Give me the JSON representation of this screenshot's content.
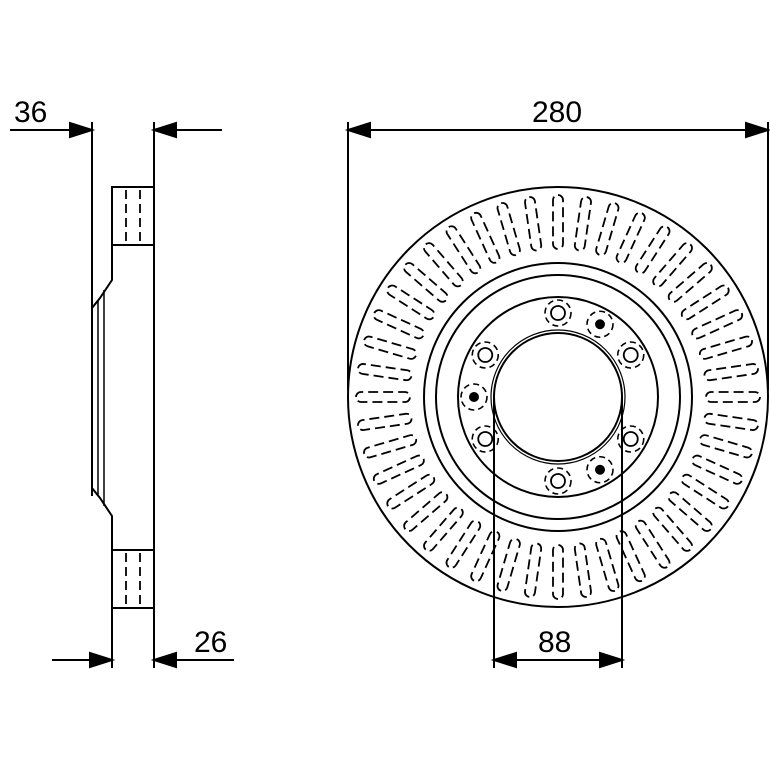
{
  "dimensions": {
    "side_total_width": "36",
    "disc_diameter": "280",
    "disc_thickness": "26",
    "hub_bore": "88"
  },
  "colors": {
    "line": "#000000",
    "background": "#ffffff"
  }
}
